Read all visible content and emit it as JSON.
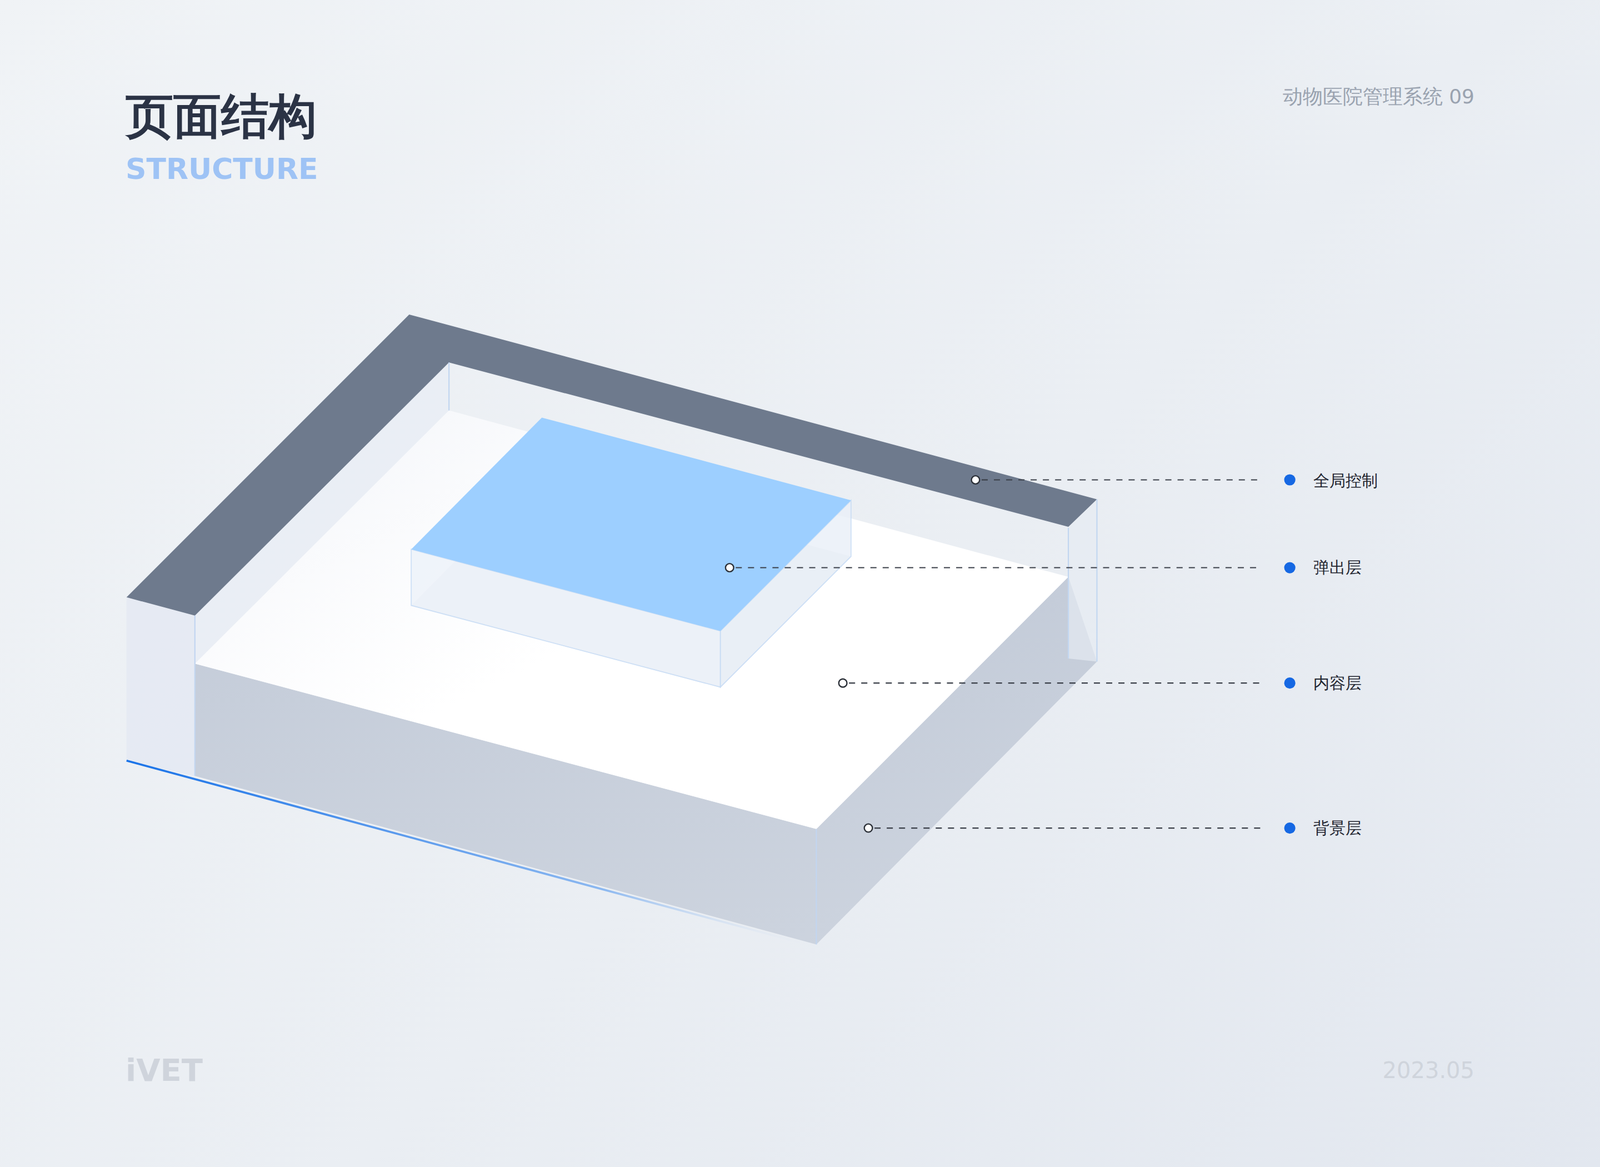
{
  "diagram": {
    "title": "页面结构",
    "labels": [
      "STRUCTURE",
      "动物医院管理系统 09",
      "全局控制",
      "弹出层",
      "内容层",
      "背景层",
      "iVET",
      "2023.05"
    ]
  }
}
